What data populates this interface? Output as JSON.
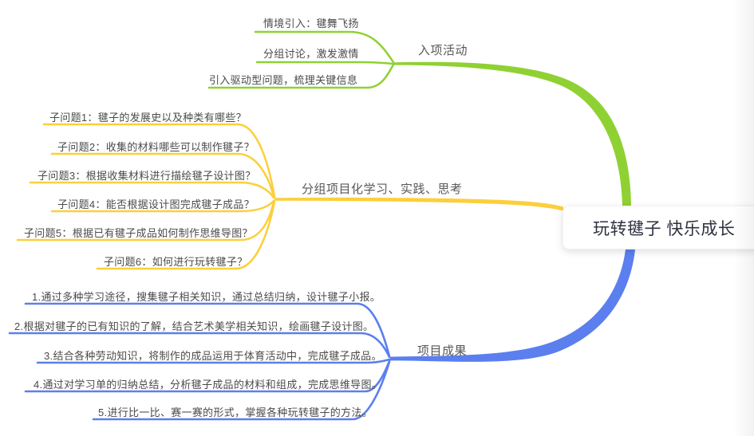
{
  "central_topic": {
    "title": "玩转毽子 快乐成长"
  },
  "branches": [
    {
      "label": "入项活动",
      "color": "#8FD133",
      "items": [
        "情境引入：毽舞飞扬",
        "分组讨论，激发激情",
        "引入驱动型问题，梳理关键信息"
      ]
    },
    {
      "label": "分组项目化学习、实践、思考",
      "color": "#FCCF3B",
      "items": [
        "子问题1：毽子的发展史以及种类有哪些？",
        "子问题2：收集的材料哪些可以制作毽子？",
        "子问题3：根据收集材料进行描绘毽子设计图？",
        "子问题4：能否根据设计图完成毽子成品？",
        "子问题5：根据已有毽子成品如何制作思维导图？",
        "子问题6：如何进行玩转毽子？"
      ]
    },
    {
      "label": "项目成果",
      "color": "#5B7FEE",
      "items": [
        "1.通过多种学习途径，搜集毽子相关知识，通过总结归纳，设计毽子小报。",
        "2.根据对毽子的已有知识的了解，结合艺术美学相关知识，绘画毽子设计图。",
        "3.结合各种劳动知识，将制作的成品运用于体育活动中，完成毽子成品。",
        "4.通过对学习单的归纳总结，分析毽子成品的材料和组成，完成思维导图。",
        "5.进行比一比、赛一赛的形式，掌握各种玩转毽子的方法。"
      ]
    }
  ],
  "text_colors": {
    "central": "#2F3240",
    "branch_label": "#585858",
    "subtopic": "#4B4B4B"
  }
}
